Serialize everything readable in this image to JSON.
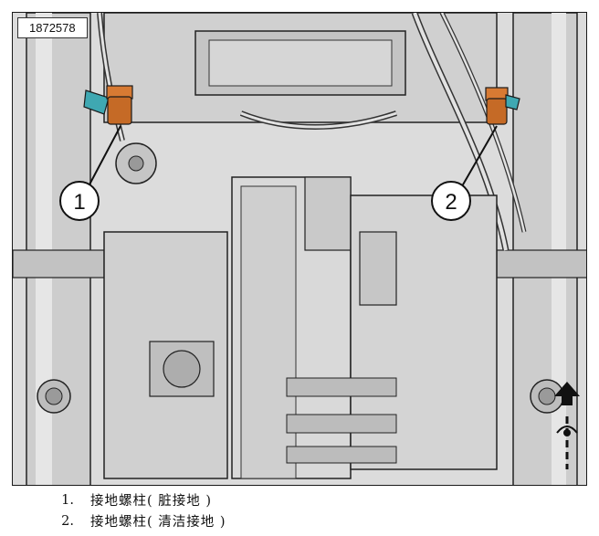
{
  "figure": {
    "id": "1872578",
    "callouts": [
      {
        "number": "1"
      },
      {
        "number": "2"
      }
    ]
  },
  "legend": [
    {
      "number": "1.",
      "text": "接地螺柱( 脏接地 )"
    },
    {
      "number": "2.",
      "text": "接地螺柱( 清洁接地 )"
    }
  ],
  "colors": {
    "stud_copper": "#d77a33",
    "clip_teal": "#3fa8b2",
    "frame_gray": "#c8c8c8",
    "outline": "#1a1a1a"
  }
}
